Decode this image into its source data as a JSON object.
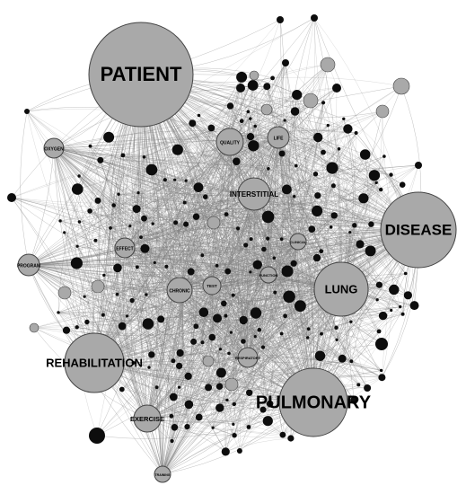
{
  "network": {
    "colors": {
      "background": "#ffffff",
      "edge": "#7f7f7f",
      "labeled_node_fill": "#a9a9a9",
      "labeled_node_stroke": "#444444",
      "unlabeled_node_fill": "#0d0d0d"
    },
    "nodes": [
      {
        "id": "patient",
        "label": "PATIENT"
      },
      {
        "id": "disease",
        "label": "DISEASE"
      },
      {
        "id": "pulmonary",
        "label": "PULMONARY"
      },
      {
        "id": "rehabilitation",
        "label": "REHABILITATION"
      },
      {
        "id": "lung",
        "label": "LUNG"
      },
      {
        "id": "interstitial",
        "label": "INTERSTITIAL"
      },
      {
        "id": "exercise",
        "label": "EXERCISE"
      },
      {
        "id": "oxygen",
        "label": "OXYGEN"
      },
      {
        "id": "program",
        "label": "PROGRAM"
      },
      {
        "id": "quality",
        "label": "QUALITY"
      },
      {
        "id": "life",
        "label": "LIFE"
      },
      {
        "id": "effect",
        "label": "EFFECT"
      },
      {
        "id": "chronic",
        "label": "CHRONIC"
      },
      {
        "id": "test",
        "label": "TEST"
      },
      {
        "id": "function",
        "label": "FUNCTION"
      },
      {
        "id": "clinical",
        "label": "CLINICAL"
      },
      {
        "id": "respiratory",
        "label": "RESPIRATORY"
      },
      {
        "id": "training",
        "label": "TRAINING"
      }
    ]
  }
}
